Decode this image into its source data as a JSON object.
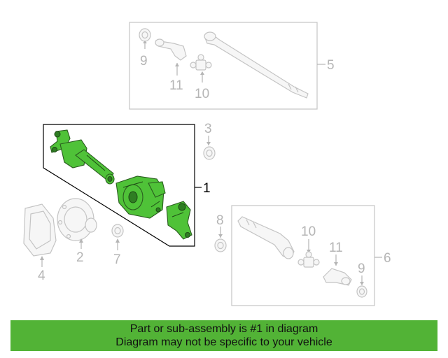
{
  "diagram": {
    "callouts": {
      "c1": "1",
      "c2": "2",
      "c3": "3",
      "c4": "4",
      "c5": "5",
      "c6": "6",
      "c7": "7",
      "c8": "8",
      "c9_top": "9",
      "c9_bottom": "9",
      "c10_top": "10",
      "c10_bottom": "10",
      "c11_top": "11",
      "c11_bottom": "11"
    },
    "highlight_color": "#4fc238"
  },
  "banner": {
    "line1": "Part or sub-assembly is #1 in diagram",
    "line2": "Diagram may not be specific to your vehicle",
    "background": "#52b336"
  }
}
